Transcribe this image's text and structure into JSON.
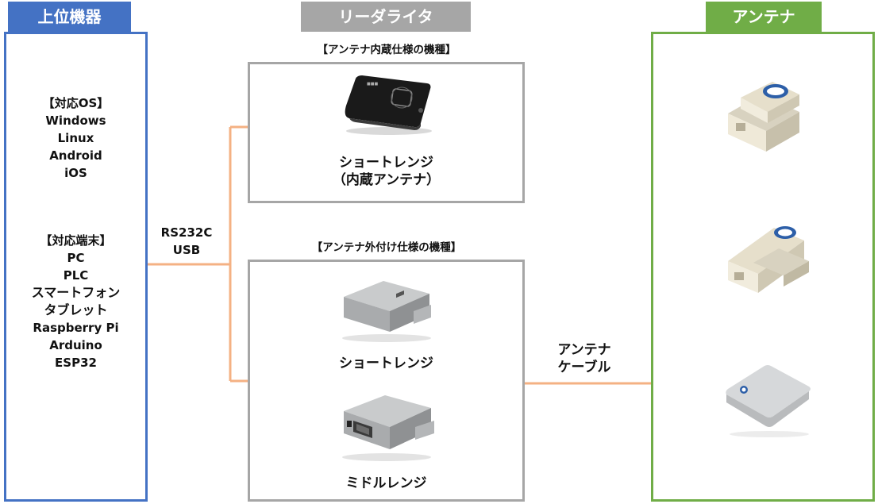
{
  "colors": {
    "host_blue": "#4472c4",
    "reader_gray": "#a6a6a6",
    "antenna_green": "#70ad47",
    "connector_orange": "#f4b183"
  },
  "host": {
    "title": "上位機器",
    "os_heading": "【対応OS】",
    "os_list": [
      "Windows",
      "Linux",
      "Android",
      "iOS"
    ],
    "device_heading": "【対応端末】",
    "device_list": [
      "PC",
      "PLC",
      "スマートフォン",
      "タブレット",
      "Raspberry Pi",
      "Arduino",
      "ESP32"
    ]
  },
  "interface": {
    "line1": "RS232C",
    "line2": "USB"
  },
  "reader": {
    "title": "リーダライタ",
    "internal_heading": "【アンテナ内蔵仕様の機種】",
    "internal_item_line1": "ショートレンジ",
    "internal_item_line2": "（内蔵アンテナ）",
    "external_heading": "【アンテナ外付け仕様の機種】",
    "external_short": "ショートレンジ",
    "external_middle": "ミドルレンジ"
  },
  "cable": {
    "line1": "アンテナ",
    "line2": "ケーブル"
  },
  "antenna": {
    "title": "アンテナ"
  }
}
